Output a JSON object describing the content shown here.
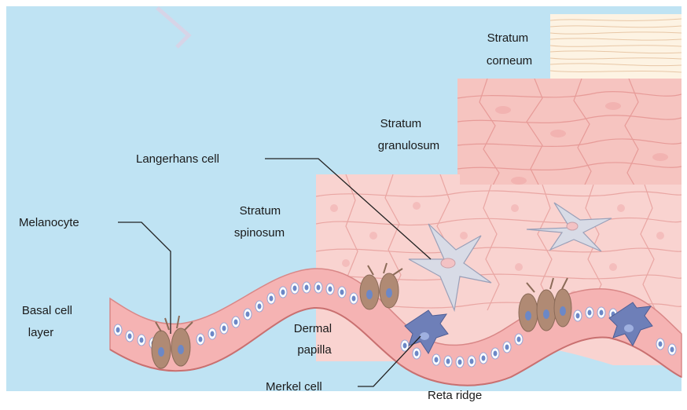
{
  "labels": {
    "stratum_corneum": [
      "Stratum",
      "corneum"
    ],
    "stratum_granulosum": [
      "Stratum",
      "granulosum"
    ],
    "langerhans_cell": "Langerhans cell",
    "stratum_spinosum": [
      "Stratum",
      "spinosum"
    ],
    "melanocyte": "Melanocyte",
    "basal_cell_layer": [
      "Basal cell",
      "layer"
    ],
    "dermal_papilla": [
      "Dermal",
      "papilla"
    ],
    "merkel_cell": "Merkel cell",
    "reta_ridge": "Reta ridge"
  },
  "colors": {
    "background": "#bfe3f3",
    "corneum": "#fdf3e3",
    "granulosum": "#f6c4c0",
    "spinosum": "#f9d3d0",
    "basal": "#f5b3b3",
    "nucleus": "#6c88c7",
    "melanocyte": "#b08a74",
    "langerhans": "#d8dbe6",
    "merkel": "#6e7fb8"
  }
}
